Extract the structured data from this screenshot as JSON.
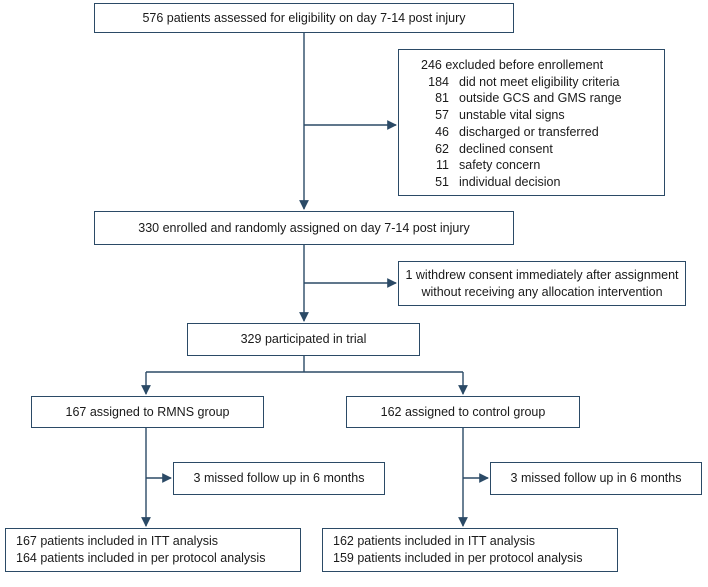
{
  "assessed": "576 patients assessed for eligibility on day 7-14 post injury",
  "excluded": {
    "title": "246 excluded before enrollement",
    "items": [
      {
        "n": "184",
        "label": "did not meet eligibility criteria"
      },
      {
        "n": "81",
        "label": "outside GCS and GMS range"
      },
      {
        "n": "57",
        "label": "unstable vital signs"
      },
      {
        "n": "46",
        "label": "discharged or transferred"
      },
      {
        "n": "62",
        "label": "declined consent"
      },
      {
        "n": "11",
        "label": "safety concern"
      },
      {
        "n": "51",
        "label": "individual decision"
      }
    ]
  },
  "enrolled": "330 enrolled and randomly assigned on day 7-14 post injury",
  "withdrew": {
    "line1": "1 withdrew consent immediately after assignment",
    "line2": "without receiving any allocation intervention"
  },
  "participated": "329 participated in trial",
  "rmns": {
    "assigned": "167 assigned to RMNS group",
    "missed": "3 missed follow up in 6 months",
    "itt": "167 patients included in ITT analysis",
    "pp": "164 patients included in per protocol analysis"
  },
  "control": {
    "assigned": "162 assigned to control group",
    "missed": "3 missed follow up in 6 months",
    "itt": "162 patients included in ITT analysis",
    "pp": "159 patients included in per protocol analysis"
  },
  "colors": {
    "stroke": "#2b4a66",
    "text": "#1a1a1a"
  }
}
